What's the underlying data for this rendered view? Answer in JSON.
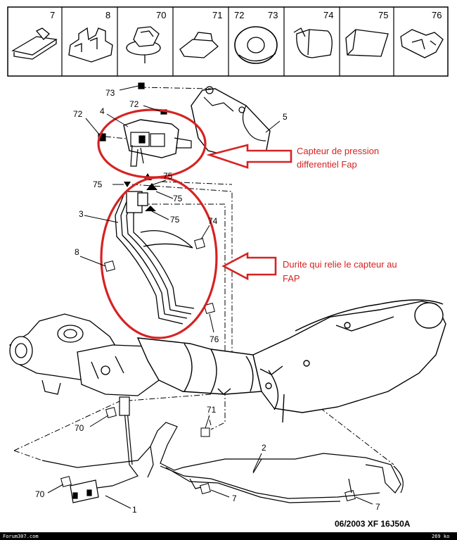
{
  "parts_strip": [
    "7",
    "8",
    "70",
    "71",
    "72",
    "73",
    "74",
    "75",
    "76"
  ],
  "callouts": {
    "c73": "73",
    "c72_left": "72",
    "c72_mid": "72",
    "c4": "4",
    "c5": "5",
    "c75_a": "75",
    "c75_b": "75",
    "c75_c": "75",
    "c75_d": "75",
    "c3": "3",
    "c74": "74",
    "c8": "8",
    "c76": "76",
    "c71": "71",
    "c70_a": "70",
    "c70_b": "70",
    "c2": "2",
    "c7_a": "7",
    "c7_b": "7",
    "c1": "1"
  },
  "annotations": {
    "sensor_line1": "Capteur de pression",
    "sensor_line2": "differentiel Fap",
    "hose_line1": "Durite qui relie le capteur au",
    "hose_line2": "FAP"
  },
  "footer": {
    "ref": "06/2003   XF 16J50A",
    "site": "Forum307.com",
    "size": "269 ko"
  },
  "colors": {
    "annotation": "#d62222",
    "line": "#000000",
    "footer_bar": "#000000"
  }
}
